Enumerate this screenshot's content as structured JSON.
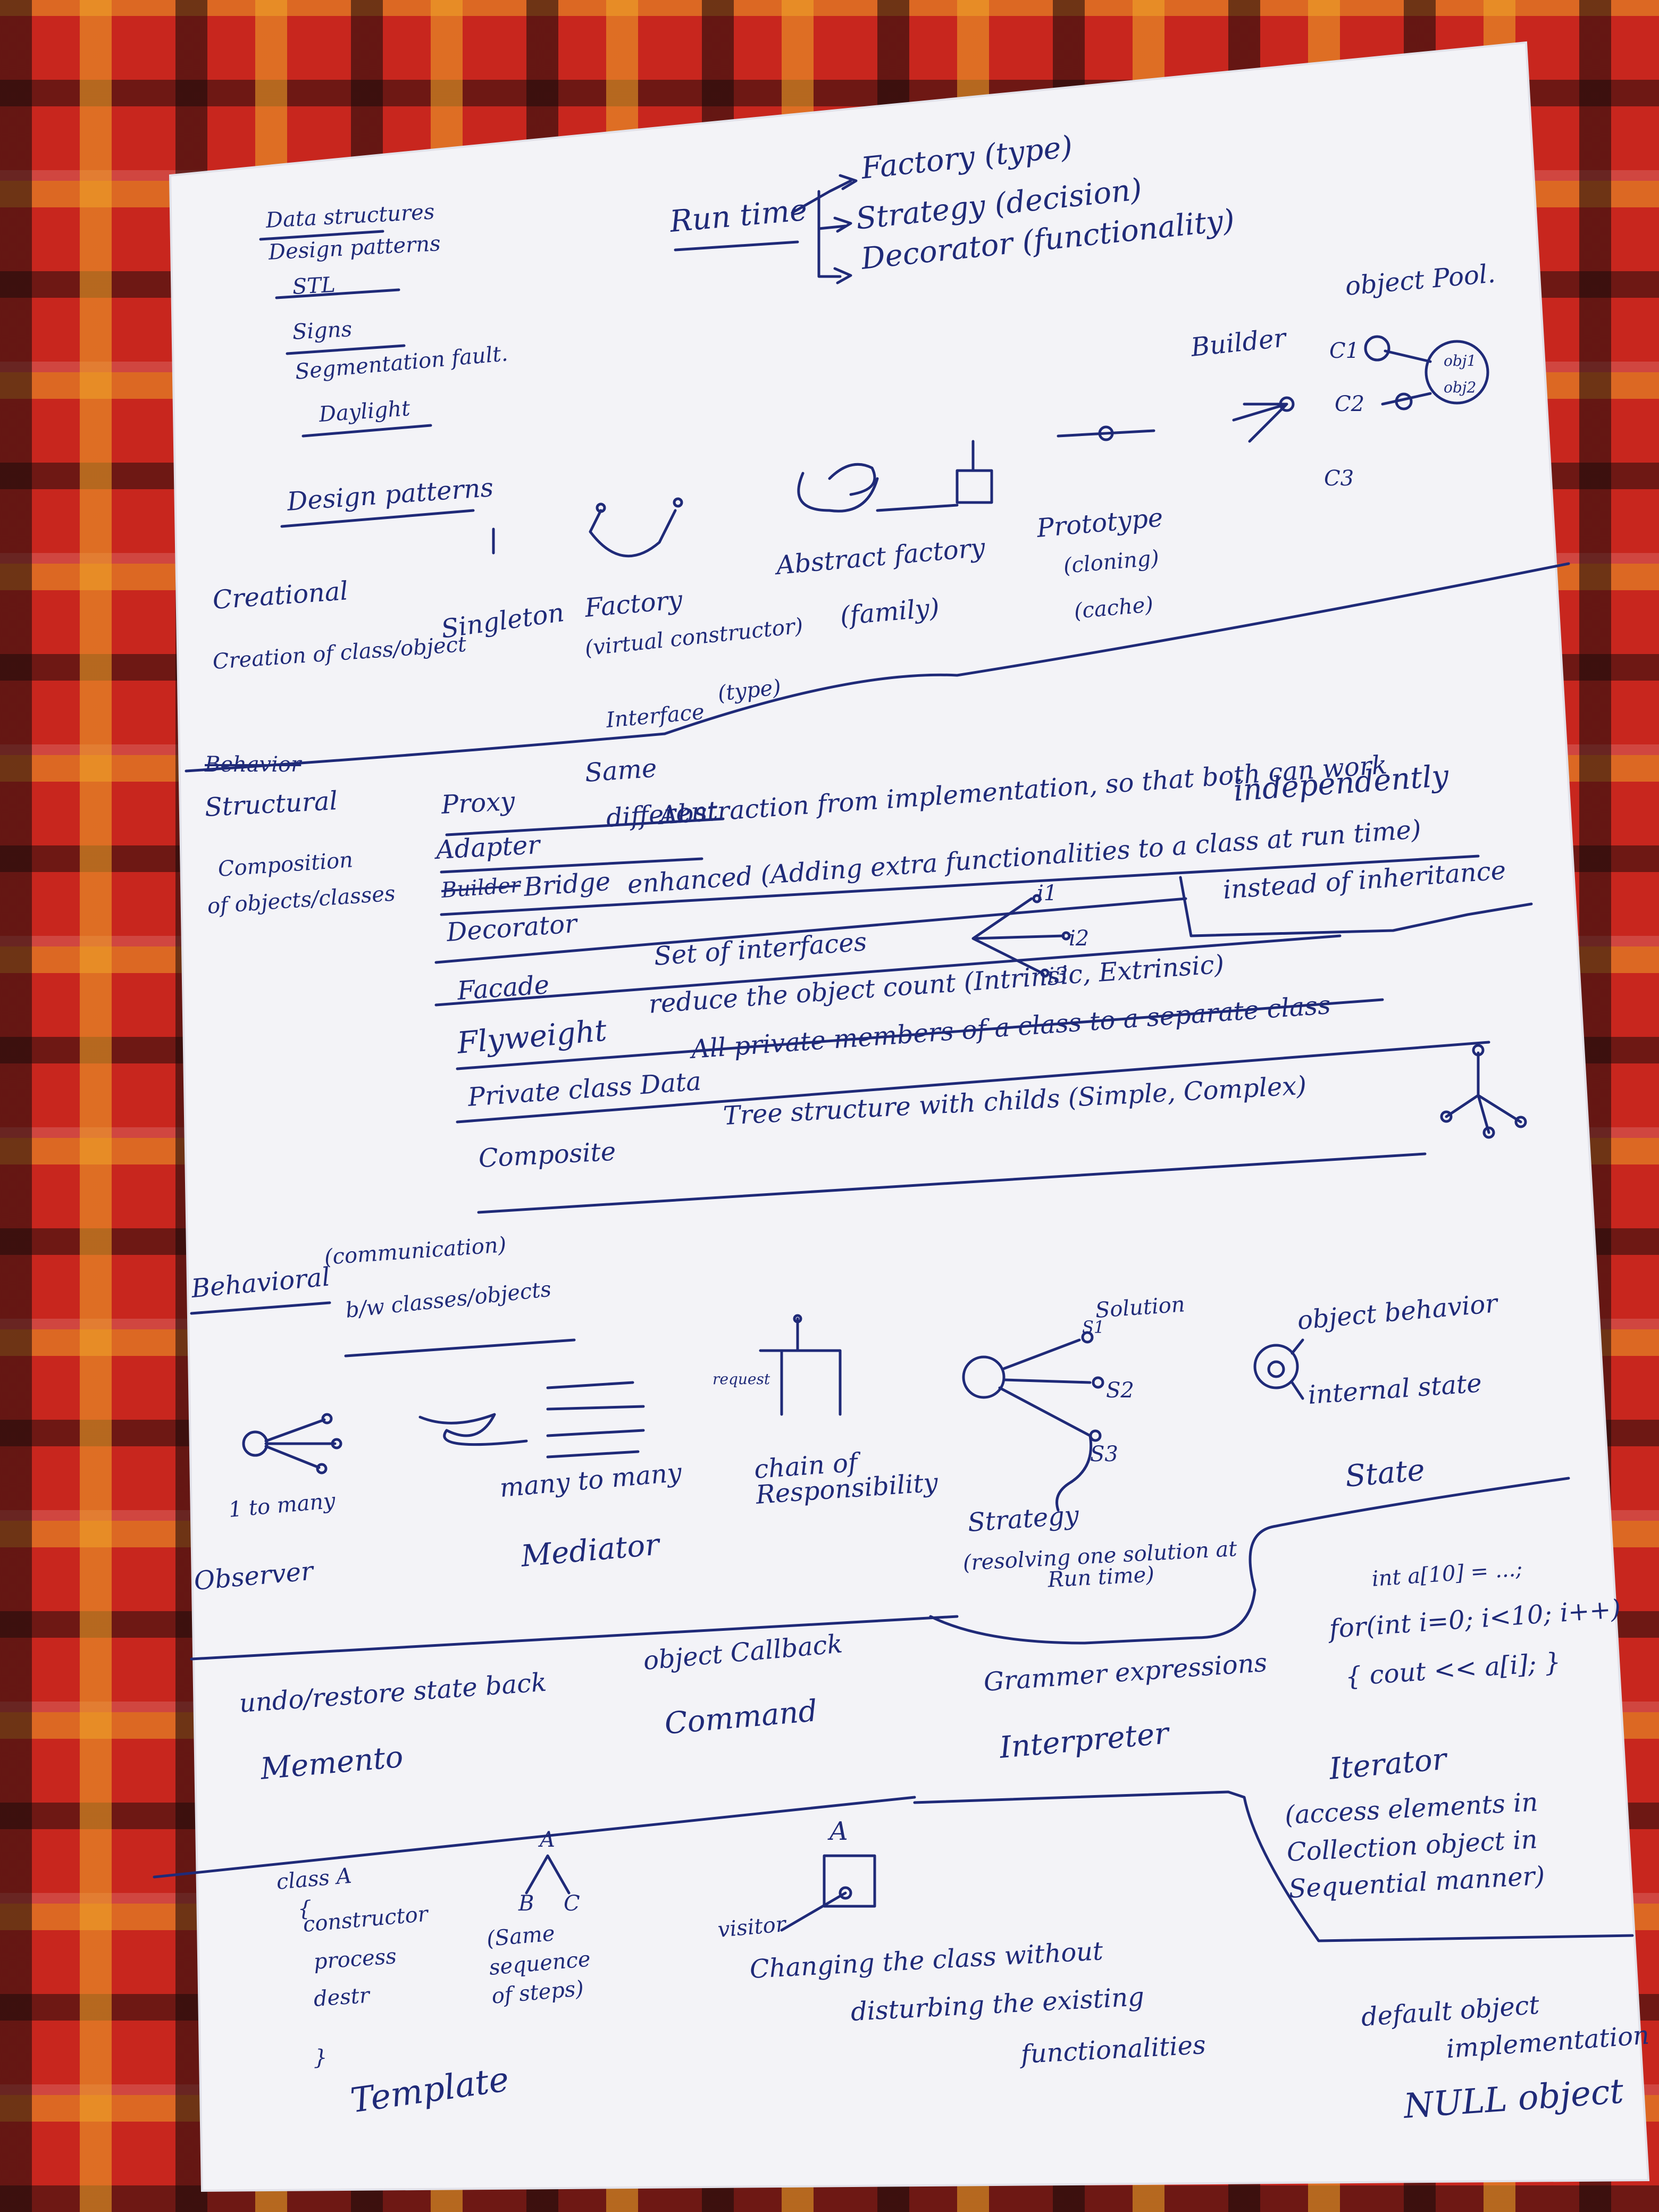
{
  "colors": {
    "ink": "#1f2a78",
    "paper": "#f4f4f8",
    "cloth_red": "#c8261e"
  },
  "top_left_list": [
    "Data structures",
    "Design patterns",
    "STL",
    "Signs",
    "Segmentation fault.",
    "Daylight"
  ],
  "runtime": {
    "label": "Run time",
    "items": [
      "Factory (type)",
      "Strategy (decision)",
      "Decorator (functionality)"
    ]
  },
  "creational": {
    "header": "Design patterns",
    "category": "Creational",
    "desc": "Creation of class/object",
    "singleton": "Singleton",
    "factory": "Factory",
    "factory_note": "(virtual constructor)",
    "interface": "Interface",
    "type_note": "(type)",
    "abstract": "Abstract factory",
    "abstract_note": "(family)",
    "prototype": "Prototype",
    "cloning": "(cloning)",
    "cache": "(cache)",
    "builder": "Builder",
    "object_pool": "object Pool.",
    "pool_c1": "C1",
    "pool_c2": "C2",
    "pool_c3": "C3",
    "pool_obj1": "obj1",
    "pool_obj2": "obj2"
  },
  "structural": {
    "crossed": "Behavior",
    "category": "Structural",
    "desc_1": "Composition",
    "desc_2": "of objects/classes",
    "rows": [
      {
        "name": "Proxy",
        "note": "Same"
      },
      {
        "name": "Adapter",
        "note": "different"
      },
      {
        "name": "Bridge",
        "note": "Abstraction from implementation, so that both can work"
      },
      {
        "name": "Decorator",
        "note": "enhanced (Adding extra functionalities to a class at run time)"
      },
      {
        "name": "Facade",
        "note": "Set of interfaces"
      },
      {
        "name": "Flyweight",
        "note": "reduce the object count (Intrinsic, Extrinsic)"
      },
      {
        "name": "Private class Data",
        "note": "All private members of a class to a separate class"
      },
      {
        "name": "Composite",
        "note": "Tree structure with childs (Simple, Complex)"
      }
    ],
    "bridge_crossed": "Builder",
    "independently": "independently",
    "instead": "instead of inheritance",
    "i1": "i1",
    "i2": "i2",
    "i3": "i3"
  },
  "behavioral": {
    "category": "Behavioral",
    "desc_1": "(communication)",
    "desc_2": "b/w classes/objects",
    "observer_note": "1 to many",
    "observer": "Observer",
    "mediator_note": "many to many",
    "mediator": "Mediator",
    "request": "request",
    "chain": "chain of Responsibility",
    "s_solution": "Solution",
    "s1": "S1",
    "s2": "S2",
    "s3": "S3",
    "strategy": "Strategy",
    "strategy_note": "(resolving one solution at Run time)",
    "state_note_1": "object behavior",
    "state_note_2": "internal state",
    "state": "State",
    "memento_note": "undo/restore state back",
    "memento": "Memento",
    "command_note": "object Callback",
    "command": "Command",
    "interpreter_note": "Grammer expressions",
    "interpreter": "Interpreter",
    "code_1": "int a[10] = ...;",
    "code_2": "for(int i=0; i<10; i++)",
    "code_3": "{ cout << a[i]; }",
    "iterator": "Iterator",
    "iterator_note": "(access elements in Collection object in Sequential manner)",
    "template_code": [
      "class A",
      "{",
      "constructor",
      "process",
      "destr",
      "}"
    ],
    "tree_a": "A",
    "tree_b": "B",
    "tree_c": "C",
    "template_note": "(Same sequence of steps)",
    "template": "Template",
    "visitor_a": "A",
    "visitor": "visitor",
    "visitor_note_1": "Changing the class without",
    "visitor_note_2": "disturbing the existing",
    "visitor_note_3": "functionalities",
    "null_note_1": "default object",
    "null_note_2": "implementation",
    "null_object": "NULL object"
  }
}
